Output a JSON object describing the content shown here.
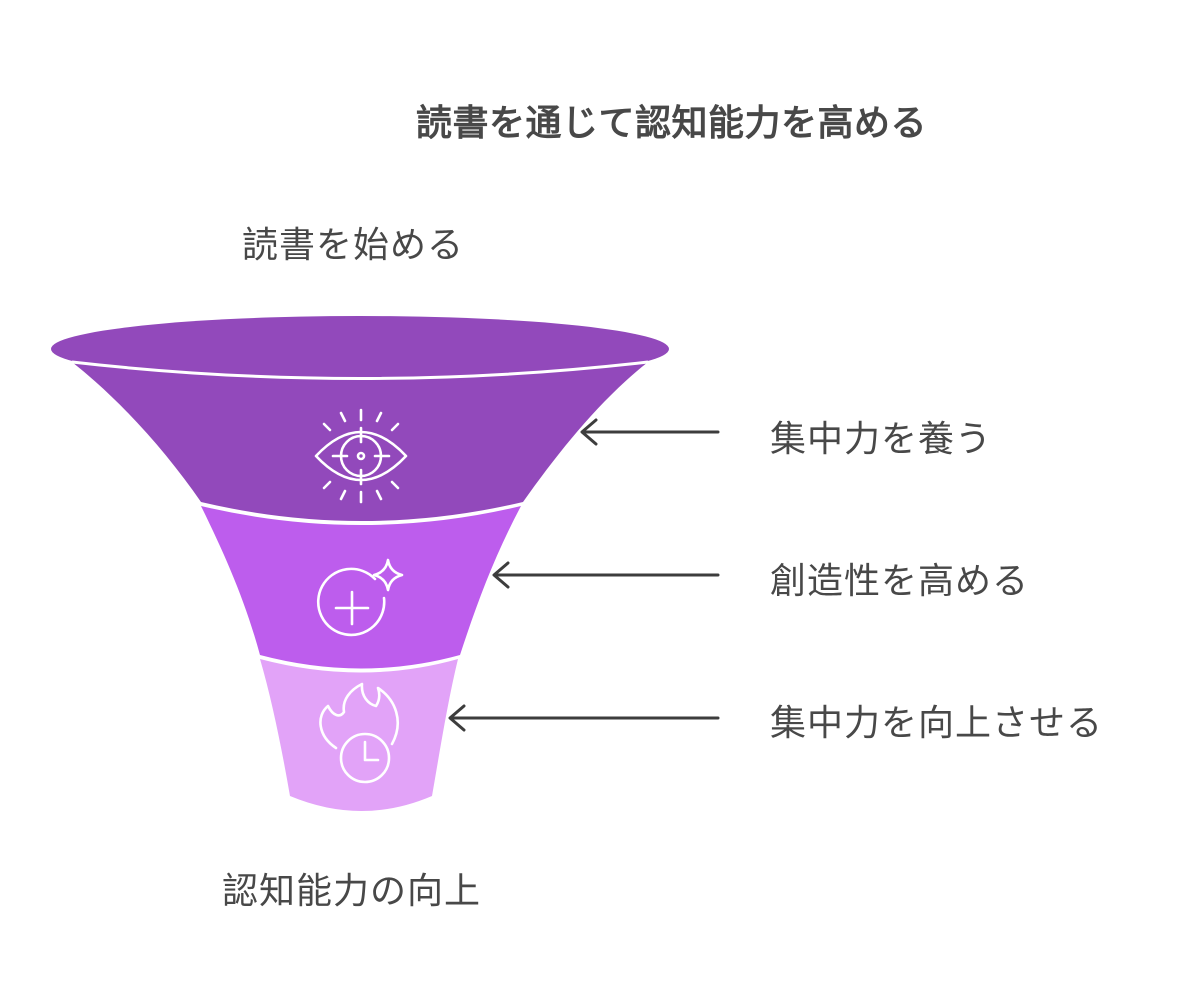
{
  "diagram": {
    "title": "読書を通じて認知能力を高める",
    "top_label": "読書を始める",
    "bottom_label": "認知能力の向上",
    "stages": [
      {
        "label": "集中力を養う",
        "icon": "eye-target-icon",
        "color": "#9249bb"
      },
      {
        "label": "創造性を高める",
        "icon": "plus-sparkle-icon",
        "color": "#bd5ded"
      },
      {
        "label": "集中力を向上させる",
        "icon": "flame-clock-icon",
        "color": "#e2a3f8"
      }
    ],
    "colors": {
      "rim": "#9249bb",
      "arrow": "#3d3d3d",
      "icon_stroke": "#ffffff",
      "text": "#484848"
    }
  }
}
